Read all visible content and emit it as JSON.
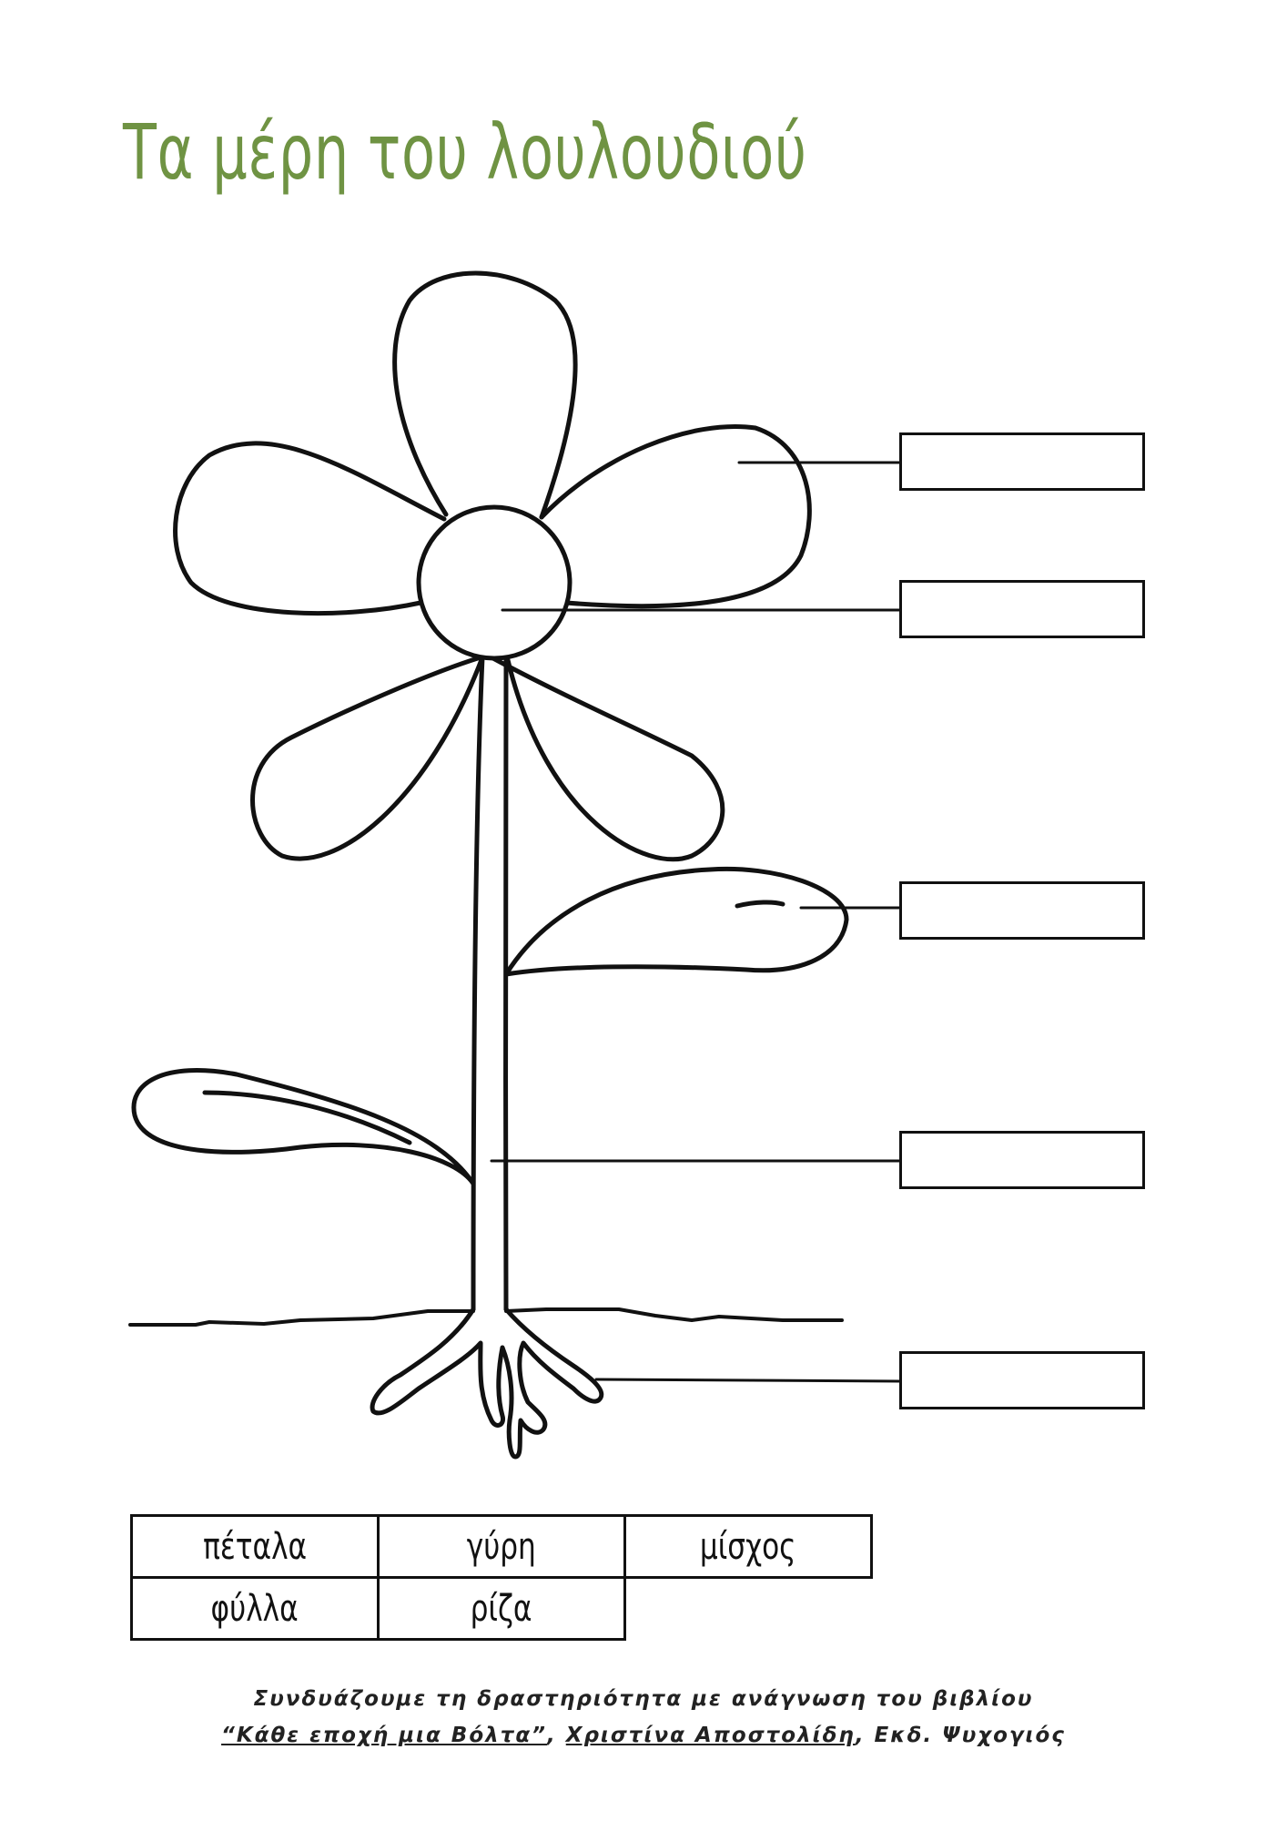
{
  "title": "Τα μέρη του λουλουδιού",
  "label_boxes": [
    "",
    "",
    "",
    "",
    ""
  ],
  "word_bank": {
    "row1": [
      "πέταλα",
      "γύρη",
      "μίσχος"
    ],
    "row2": [
      "φύλλα",
      "ρίζα"
    ]
  },
  "footer": {
    "line1": "Συνδυάζουμε τη δραστηριότητα με ανάγνωση του βιβλίου",
    "book_title": "“Κάθε εποχή μια Βόλτα”",
    "separator1": ", ",
    "author": "Χριστίνα Αποστολίδη",
    "publisher": ", Εκδ. Ψυχογιός"
  }
}
